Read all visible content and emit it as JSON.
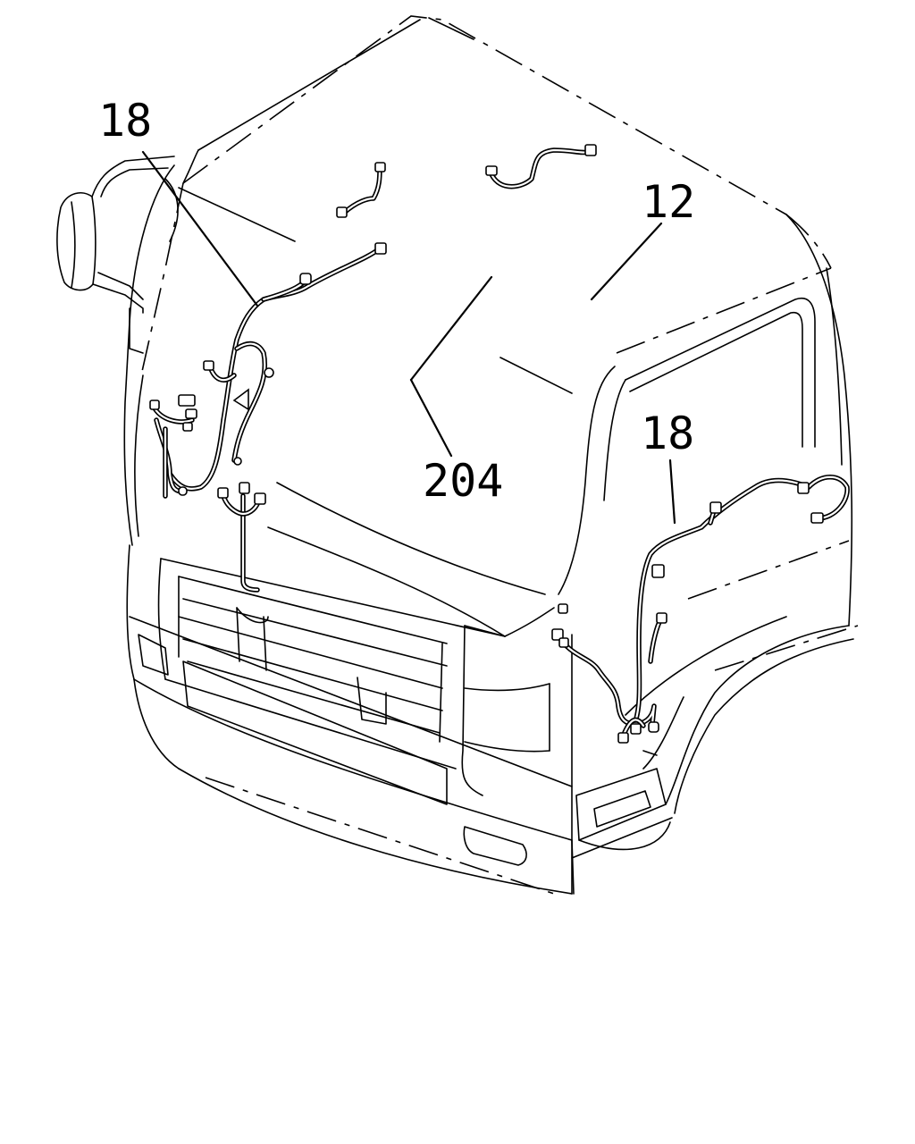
{
  "diagram": {
    "callouts": [
      {
        "id": "harness-left",
        "text": "18"
      },
      {
        "id": "harness-right",
        "text": "18"
      },
      {
        "id": "harness-roof",
        "text": "12"
      },
      {
        "id": "harness-hood",
        "text": "204"
      }
    ]
  }
}
